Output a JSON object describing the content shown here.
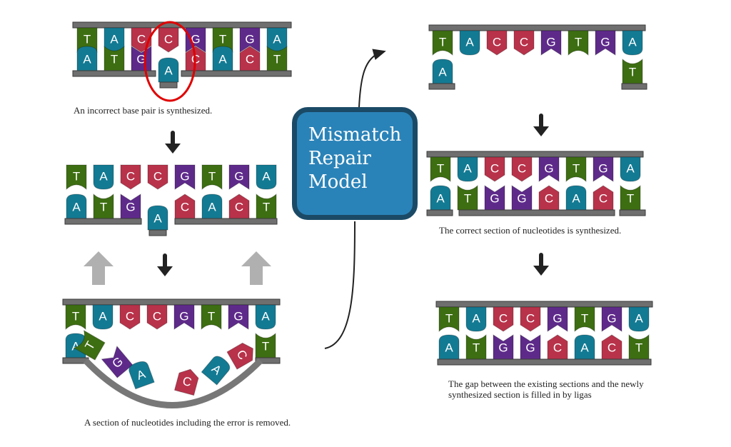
{
  "title": {
    "lines": [
      "Mismatch",
      "Repair",
      "Model"
    ]
  },
  "colors": {
    "A": "#137a93",
    "T": "#3d6e12",
    "C": "#b8324a",
    "G": "#5e2a8a",
    "backbone": "#6f6f6f",
    "title_fill": "#2a83b8",
    "title_border": "#1b4a66",
    "highlight": "#e00000",
    "arrow_dark": "#222222",
    "arrow_light": "#b0b0b0"
  },
  "panels": [
    {
      "id": "step1",
      "caption": "An incorrect base pair is synthesized.",
      "top": [
        "T",
        "A",
        "C",
        "C",
        "G",
        "T",
        "G",
        "A"
      ],
      "bottom": [
        "A",
        "T",
        "G",
        "A",
        "C",
        "A",
        "C",
        "T"
      ],
      "mismatch_index": 3
    },
    {
      "id": "step2",
      "caption": "",
      "top": [
        "T",
        "A",
        "C",
        "C",
        "G",
        "T",
        "G",
        "A"
      ],
      "bottom": [
        "A",
        "T",
        "G",
        "A",
        "C",
        "A",
        "C",
        "T"
      ],
      "mismatch_index": 3
    },
    {
      "id": "step3",
      "caption": "A section of nucleotides including the error is removed.",
      "top": [
        "T",
        "A",
        "C",
        "C",
        "G",
        "T",
        "G",
        "A"
      ],
      "bottom_kept": [
        "A",
        "T"
      ],
      "removed": [
        "T",
        "G",
        "A",
        "C",
        "A",
        "C"
      ]
    },
    {
      "id": "step4",
      "caption": "",
      "top": [
        "T",
        "A",
        "C",
        "C",
        "G",
        "T",
        "G",
        "A"
      ],
      "bottom_kept": [
        "A",
        "T"
      ]
    },
    {
      "id": "step5",
      "caption": "The correct section of nucleotides is synthesized.",
      "top": [
        "T",
        "A",
        "C",
        "C",
        "G",
        "T",
        "G",
        "A"
      ],
      "bottom": [
        "A",
        "T",
        "G",
        "G",
        "C",
        "A",
        "C",
        "T"
      ]
    },
    {
      "id": "step6",
      "caption": "The gap between the existing sections and the newly synthesized section is filled in by ligas",
      "top": [
        "T",
        "A",
        "C",
        "C",
        "G",
        "T",
        "G",
        "A"
      ],
      "bottom": [
        "A",
        "T",
        "G",
        "G",
        "C",
        "A",
        "C",
        "T"
      ]
    }
  ]
}
